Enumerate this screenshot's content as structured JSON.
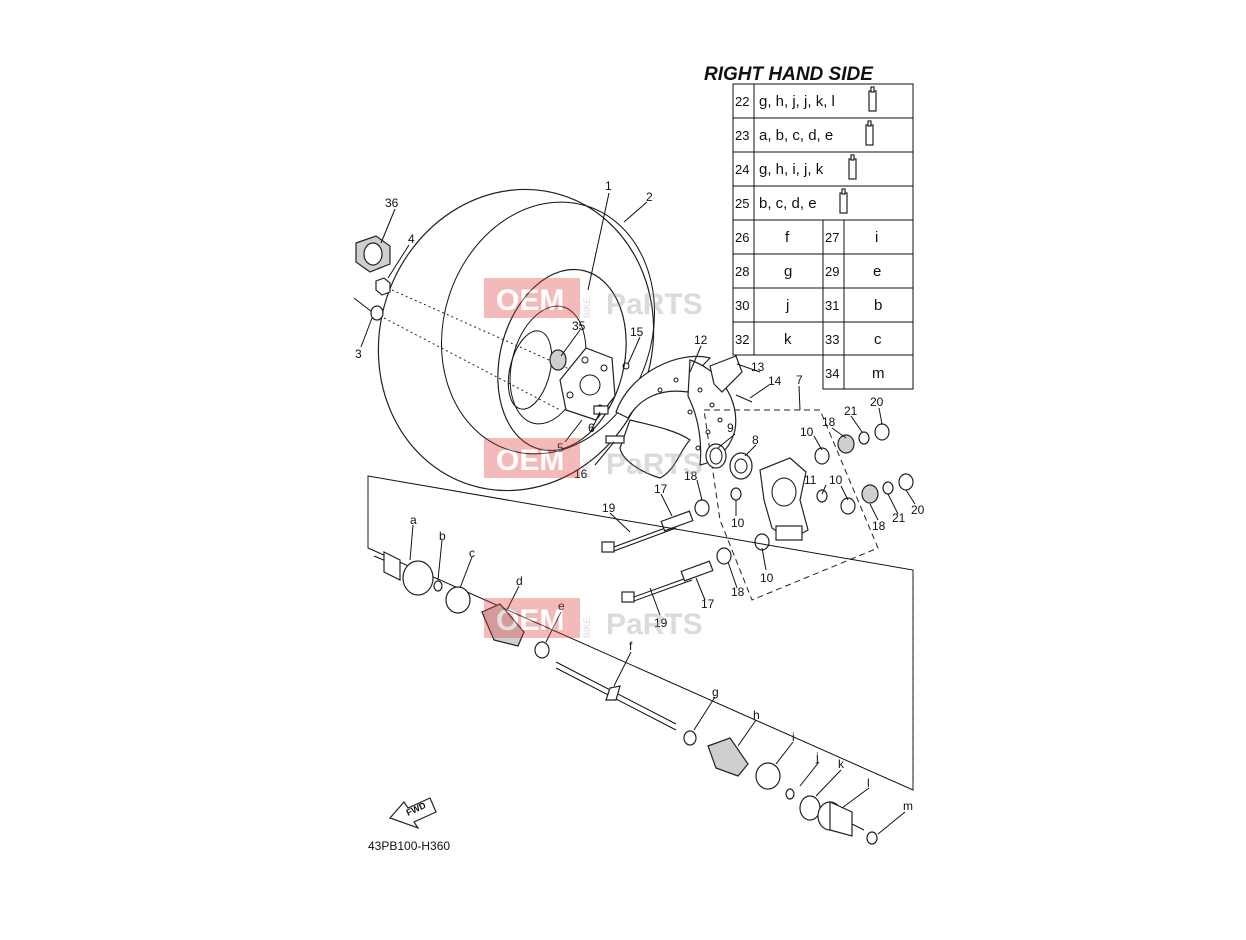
{
  "diagram": {
    "title": "RIGHT HAND SIDE",
    "code": "43PB100-H360",
    "fwd_label": "FWD",
    "watermark": {
      "text_oem": "OEM",
      "text_bike": "BIKE",
      "text_parts": "PaRTS",
      "color": "#e23b3b"
    },
    "table_rows": [
      {
        "num": "22",
        "letters": "g, h, j, j, k, l"
      },
      {
        "num": "23",
        "letters": "a, b, c, d, e"
      },
      {
        "num": "24",
        "letters": "g, h, i, j, k"
      },
      {
        "num": "25",
        "letters": "b, c, d, e"
      }
    ],
    "table_pairs": [
      {
        "n1": "26",
        "v1": "f",
        "n2": "27",
        "v2": "i"
      },
      {
        "n1": "28",
        "v1": "g",
        "n2": "29",
        "v2": "e"
      },
      {
        "n1": "30",
        "v1": "j",
        "n2": "31",
        "v2": "b"
      },
      {
        "n1": "32",
        "v1": "k",
        "n2": "33",
        "v2": "c"
      },
      {
        "n1": "",
        "v1": "",
        "n2": "34",
        "v2": "m"
      }
    ],
    "callouts": {
      "c1": "1",
      "c2": "2",
      "c3": "3",
      "c4": "4",
      "c5": "5",
      "c6": "6",
      "c7": "7",
      "c8": "8",
      "c9": "9",
      "c10a": "10",
      "c10b": "10",
      "c10c": "10",
      "c10d": "10",
      "c11": "11",
      "c12": "12",
      "c13": "13",
      "c14": "14",
      "c15": "15",
      "c16": "16",
      "c17a": "17",
      "c17b": "17",
      "c18a": "18",
      "c18b": "18",
      "c18c": "18",
      "c18d": "18",
      "c19a": "19",
      "c19b": "19",
      "c20a": "20",
      "c20b": "20",
      "c21a": "21",
      "c21b": "21",
      "c35": "35",
      "c36": "36",
      "ca": "a",
      "cb": "b",
      "cc": "c",
      "cd": "d",
      "ce": "e",
      "cf": "f",
      "cg": "g",
      "ch": "h",
      "ci": "i",
      "cj": "j",
      "ck": "k",
      "cl": "l",
      "cm": "m"
    }
  }
}
